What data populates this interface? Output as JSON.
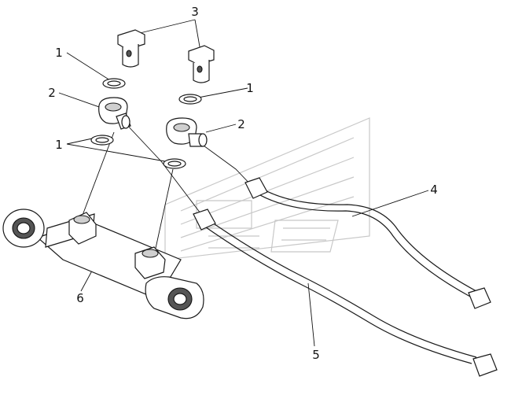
{
  "colors": {
    "ink": "#111111",
    "shade": "#cfcfcf",
    "watermark": "#c8c8c8"
  },
  "callouts": {
    "c3": "3",
    "c1a": "1",
    "c1b": "1",
    "c1c": "1",
    "c2a": "2",
    "c2b": "2",
    "c4": "4",
    "c5": "5",
    "c6": "6"
  }
}
